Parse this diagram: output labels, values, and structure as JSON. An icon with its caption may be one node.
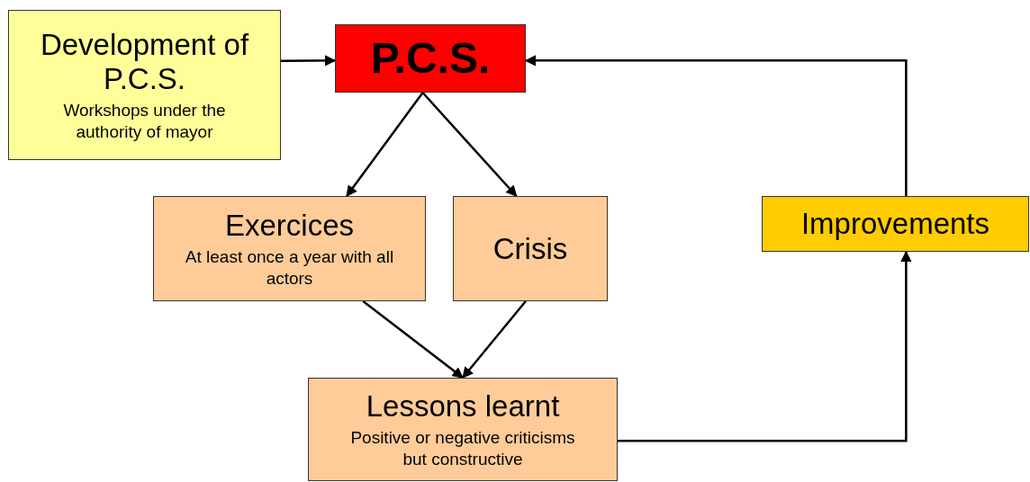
{
  "diagram": {
    "nodes": [
      {
        "text": [
          "Development of P.C.S.",
          "Workshops under the authority of mayor"
        ]
      },
      {
        "text": [
          "P.C.S."
        ]
      },
      {
        "text": [
          "Exercices",
          "At least once a year with all actors"
        ]
      },
      {
        "text": [
          "Crisis"
        ]
      },
      {
        "text": [
          "Lessons learnt",
          "Positive or negative criticisms but constructive"
        ]
      },
      {
        "text": [
          "Improvements"
        ]
      }
    ],
    "edges": [
      {
        "from": 0,
        "to": 1,
        "arrow": "to"
      },
      {
        "from": 1,
        "to": 2,
        "arrow": "to"
      },
      {
        "from": 1,
        "to": 3,
        "arrow": "to"
      },
      {
        "from": 2,
        "to": 4,
        "arrow": "to"
      },
      {
        "from": 3,
        "to": 4,
        "arrow": "to"
      },
      {
        "from": 4,
        "to": 5,
        "arrow": "to"
      },
      {
        "from": 5,
        "to": 1,
        "arrow": "to"
      }
    ]
  }
}
